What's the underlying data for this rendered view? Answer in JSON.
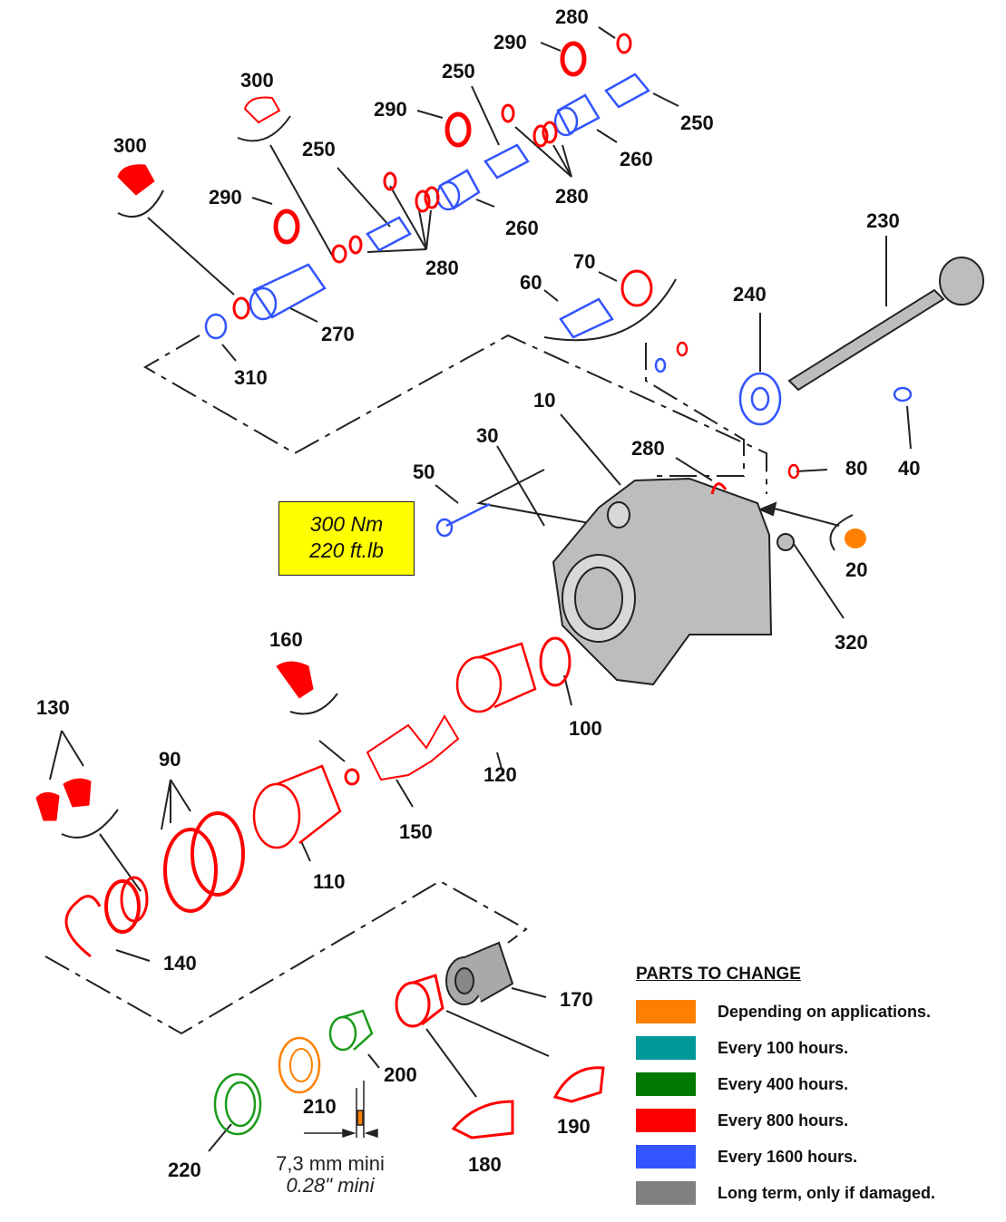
{
  "diagram": {
    "type": "exploded-parts-view",
    "part_labels": [
      "10",
      "20",
      "30",
      "40",
      "50",
      "60",
      "70",
      "80",
      "90",
      "100",
      "110",
      "120",
      "130",
      "140",
      "150",
      "160",
      "170",
      "180",
      "190",
      "200",
      "210",
      "220",
      "230",
      "240",
      "250",
      "260",
      "270",
      "280",
      "290",
      "300",
      "310",
      "320"
    ],
    "callouts": {
      "l280a": "280",
      "l290a": "290",
      "l250a": "250",
      "l250b": "250",
      "l260a": "260",
      "l290b": "290",
      "l300a": "300",
      "l250c": "250",
      "l280b": "280",
      "l300b": "300",
      "l290c": "290",
      "l260b": "260",
      "l280c": "280",
      "l270": "270",
      "l310": "310",
      "l70": "70",
      "l60": "60",
      "l230": "230",
      "l240": "240",
      "l10": "10",
      "l30": "30",
      "l280d": "280",
      "l50": "50",
      "l80": "80",
      "l40": "40",
      "l20": "20",
      "l320": "320",
      "l160": "160",
      "l100": "100",
      "l130": "130",
      "l120": "120",
      "l90": "90",
      "l150": "150",
      "l110": "110",
      "l140": "140",
      "l170": "170",
      "l200": "200",
      "l210": "210",
      "l190": "190",
      "l220": "220",
      "l180": "180"
    }
  },
  "torque": {
    "line1": "300 Nm",
    "line2": "220 ft.lb"
  },
  "dimension": {
    "metric": "7,3 mm mini",
    "imperial": "0.28\" mini"
  },
  "legend": {
    "title": "PARTS TO CHANGE",
    "items": [
      {
        "color": "#ff8000",
        "label": "Depending on applications."
      },
      {
        "color": "#009999",
        "label": "Every 100 hours."
      },
      {
        "color": "#007a00",
        "label": "Every 400 hours."
      },
      {
        "color": "#ff0000",
        "label": "Every 800 hours."
      },
      {
        "color": "#3355ff",
        "label": "Every 1600 hours."
      },
      {
        "color": "#808080",
        "label": "Long term, only if damaged."
      }
    ]
  },
  "colors": {
    "red": "#ff0000",
    "blue": "#3355ff",
    "gray": "#bdbdbd",
    "orange": "#ff8000",
    "green": "#1a9a1a",
    "torque_bg": "#ffff00"
  }
}
